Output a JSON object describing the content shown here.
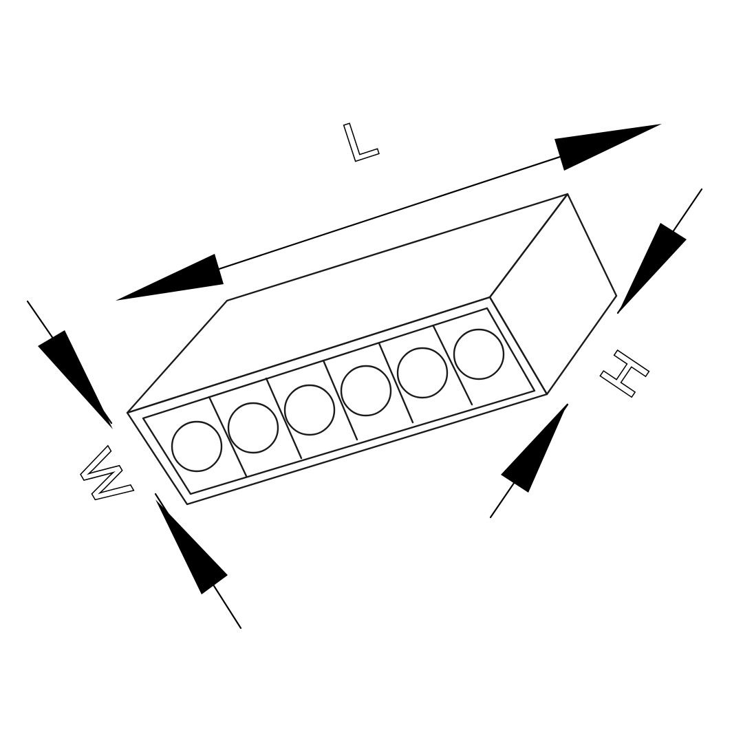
{
  "diagram": {
    "dimensions": {
      "length_label": "L",
      "width_label": "W",
      "height_label": "H"
    },
    "luminaire": {
      "lens_count": 6
    },
    "colors": {
      "line": "#1a1a1a",
      "arrow": "#000000",
      "background": "#ffffff"
    }
  }
}
